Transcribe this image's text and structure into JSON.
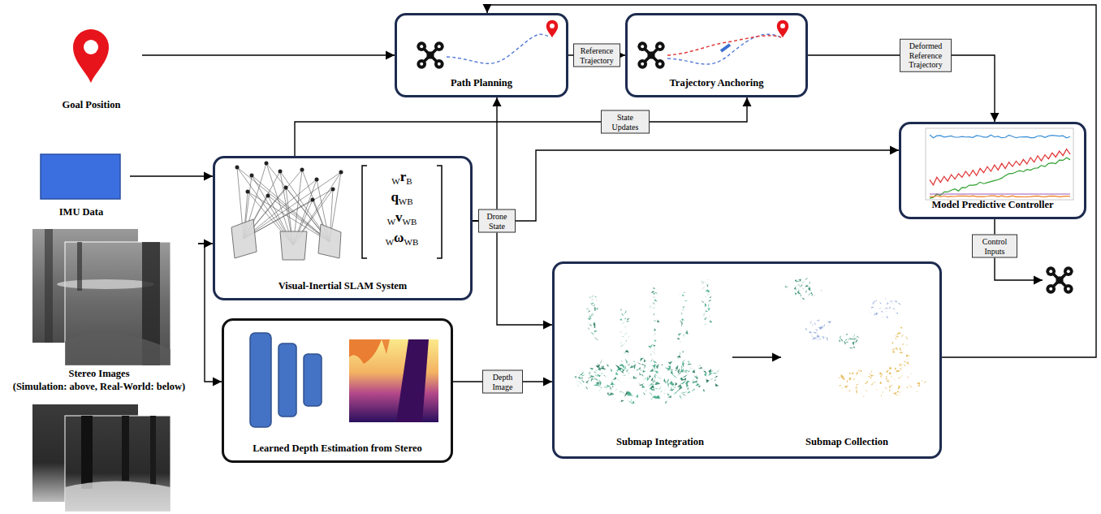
{
  "diagram": {
    "nodes": [
      {
        "text": [
          "Goal Position"
        ]
      },
      {
        "text": [
          "Path Planning"
        ]
      },
      {
        "text": [
          "Trajectory Anchoring"
        ]
      },
      {
        "text": [
          "Model Predictive Controller"
        ]
      },
      {
        "text": [
          "IMU Data"
        ]
      },
      {
        "text": [
          "Visual-Inertial SLAM System"
        ]
      },
      {
        "text": [
          "Stereo Images",
          "(Simulation: above, Real-World: below)"
        ]
      },
      {
        "text": [
          "Learned Depth Estimation from Stereo"
        ]
      },
      {
        "text": [
          "Submap Integration",
          "Submap Collection"
        ]
      }
    ],
    "edges": [
      {
        "from": 0,
        "to": 1,
        "arrow": "to"
      },
      {
        "from": 1,
        "to": 2,
        "label": "Reference Trajectory",
        "arrow": "to"
      },
      {
        "from": 2,
        "to": 3,
        "label": "Deformed Reference Trajectory",
        "arrow": "to"
      },
      {
        "from": 4,
        "to": 5,
        "arrow": "to"
      },
      {
        "from": 6,
        "to": 5,
        "arrow": "to"
      },
      {
        "from": 6,
        "to": 7,
        "arrow": "to"
      },
      {
        "from": 5,
        "to": 1,
        "label": "Drone State",
        "arrow": "to"
      },
      {
        "from": 5,
        "to": 2,
        "label": "State Updates",
        "arrow": "to"
      },
      {
        "from": 5,
        "to": 3,
        "arrow": "to"
      },
      {
        "from": 5,
        "to": 8,
        "arrow": "to"
      },
      {
        "from": 7,
        "to": 8,
        "label": "Depth Image",
        "arrow": "to"
      },
      {
        "from": 8,
        "to": 1,
        "arrow": "to"
      }
    ],
    "labels": [
      "WrB",
      "qWB",
      "WvWB",
      "WωWB",
      "Control Inputs"
    ]
  }
}
